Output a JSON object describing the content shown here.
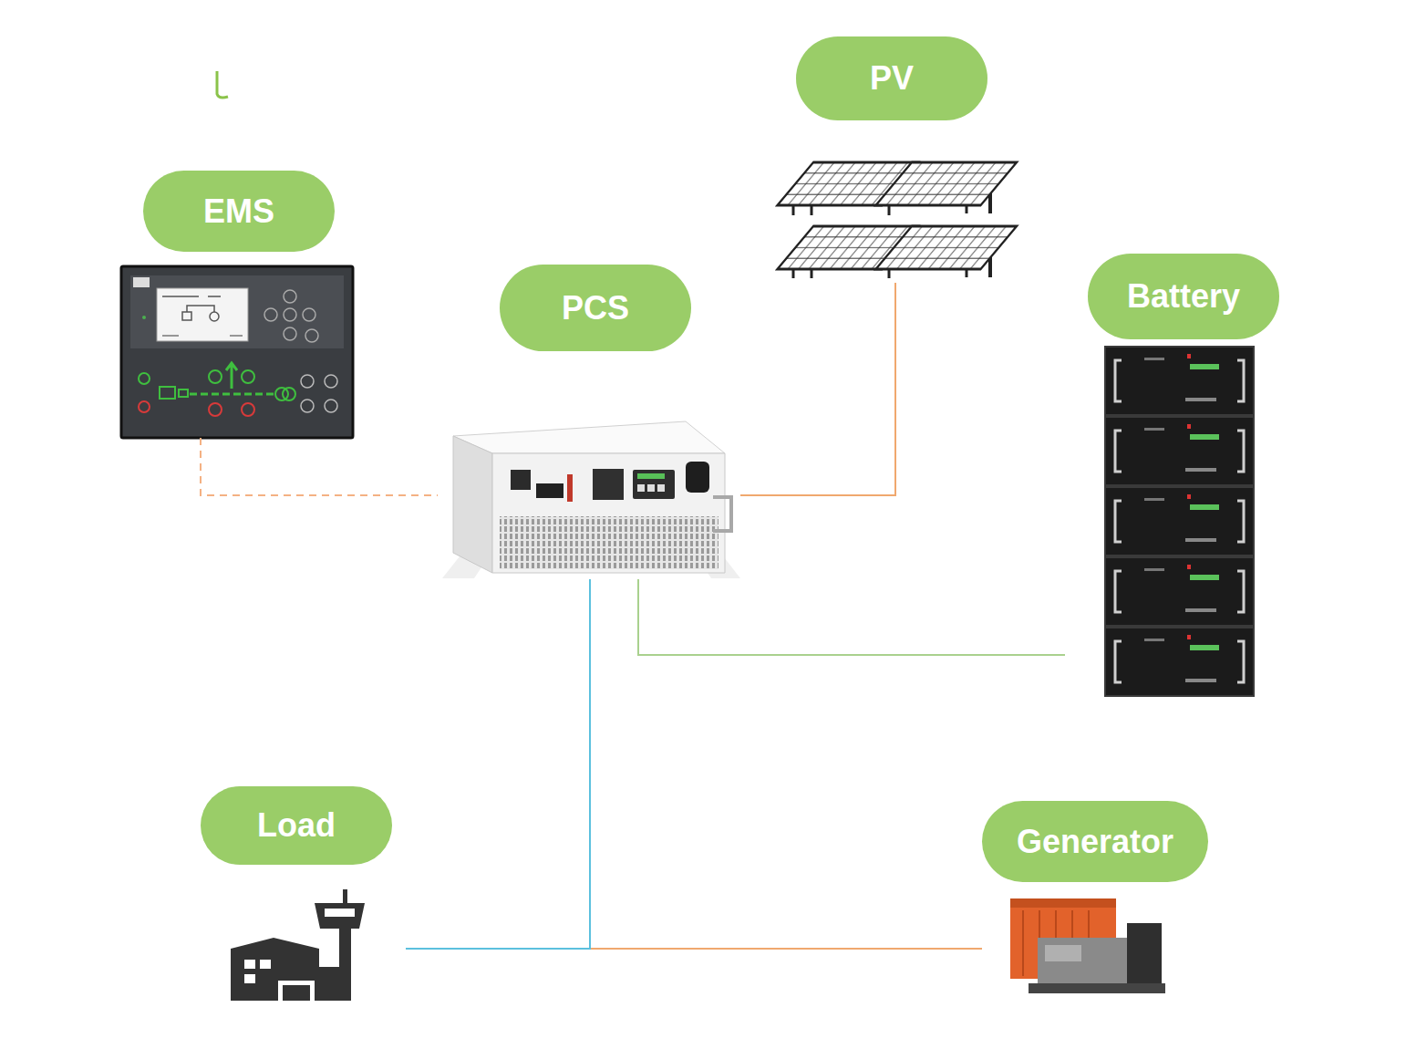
{
  "diagram": {
    "nodes": [
      {
        "text": [
          "PV"
        ]
      },
      {
        "text": [
          "EMS"
        ]
      },
      {
        "text": [
          "PCS"
        ]
      },
      {
        "text": [
          "Battery"
        ]
      },
      {
        "text": [
          "Load"
        ]
      },
      {
        "text": [
          "Generator"
        ]
      }
    ],
    "edges": [
      {
        "from": 0,
        "to": 2,
        "arrow": "none"
      },
      {
        "from": 1,
        "to": 2,
        "arrow": "none"
      },
      {
        "from": 3,
        "to": 2,
        "arrow": "none"
      },
      {
        "from": 5,
        "to": 2,
        "arrow": "none"
      },
      {
        "from": 4,
        "to": 2,
        "arrow": "none"
      }
    ]
  }
}
